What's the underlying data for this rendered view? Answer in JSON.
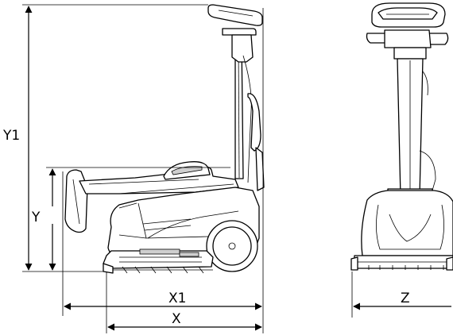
{
  "labels": {
    "y1": "Y1",
    "y": "Y",
    "x1": "X1",
    "x": "X",
    "z": "Z"
  }
}
